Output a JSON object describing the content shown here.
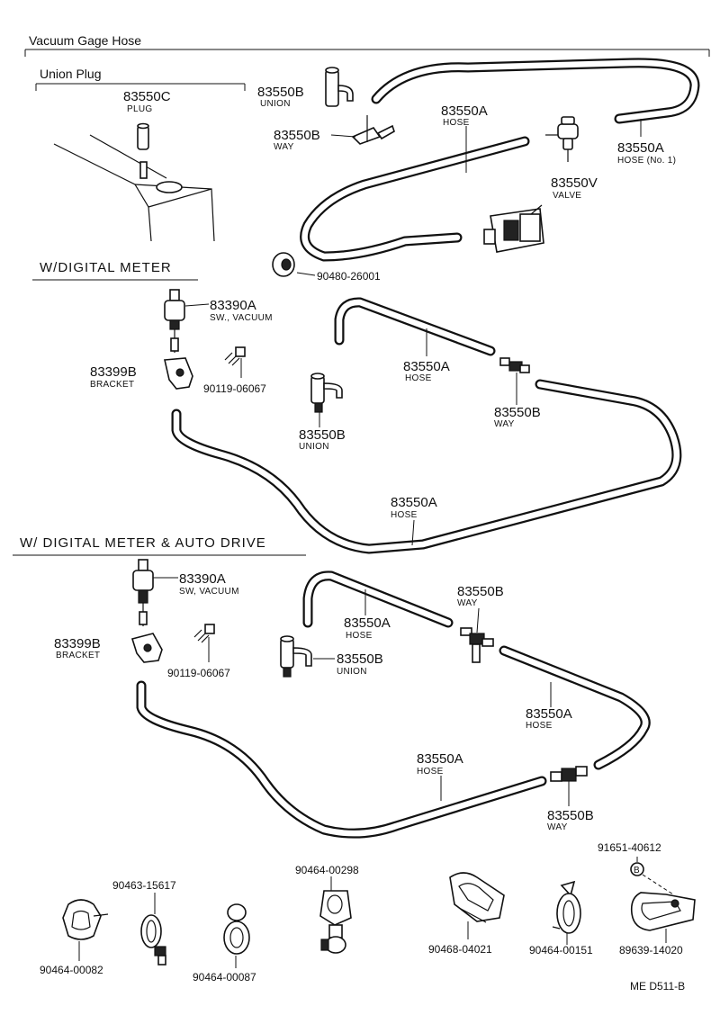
{
  "header": {
    "vacuum_gage_hose": "Vacuum Gage Hose",
    "union_plug": "Union Plug"
  },
  "sections": {
    "digital_meter": "W/DIGITAL  METER",
    "digital_meter_auto_drive": "W/ DIGITAL  METER & AUTO DRIVE"
  },
  "top": {
    "plug_no": "83550C",
    "plug_desc": "PLUG",
    "union_no": "83550B",
    "union_desc": "UNION",
    "way_no": "83550B",
    "way_desc": "WAY",
    "hose_no": "83550A",
    "hose_desc": "HOSE",
    "hose1_no": "83550A",
    "hose1_desc": "HOSE (No. 1)",
    "valve_no": "83550V",
    "valve_desc": "VALVE",
    "grommet_no": "90480-26001"
  },
  "mid": {
    "sw_no": "83390A",
    "sw_desc": "SW., VACUUM",
    "bracket_no": "83399B",
    "bracket_desc": "BRACKET",
    "bolt_no": "90119-06067",
    "hose_a_no": "83550A",
    "hose_a_desc": "HOSE",
    "way_no": "83550B",
    "way_desc": "WAY",
    "union_no": "83550B",
    "union_desc": "UNION",
    "hose_b_no": "83550A",
    "hose_b_desc": "HOSE"
  },
  "low": {
    "sw_no": "83390A",
    "sw_desc": "SW, VACUUM",
    "way_no": "83550B",
    "way_desc": "WAY",
    "bracket_no": "83399B",
    "bracket_desc": "BRACKET",
    "hose_a_no": "83550A",
    "hose_a_desc": "HOSE",
    "union_no": "83550B",
    "union_desc": "UNION",
    "bolt_no": "90119-06067",
    "hose_b_no": "83550A",
    "hose_b_desc": "HOSE",
    "hose_c_no": "83550A",
    "hose_c_desc": "HOSE",
    "way2_no": "83550B",
    "way2_desc": "WAY"
  },
  "clamps": {
    "c1": "90464-00082",
    "c2": "90463-15617",
    "c3": "90464-00087",
    "c4": "90464-00298",
    "c5": "90468-04021",
    "c6": "90464-00151",
    "c7_top": "91651-40612",
    "c7_badge": "B",
    "c7": "89639-14020"
  },
  "footer": {
    "ref": "ME  D511-B"
  }
}
